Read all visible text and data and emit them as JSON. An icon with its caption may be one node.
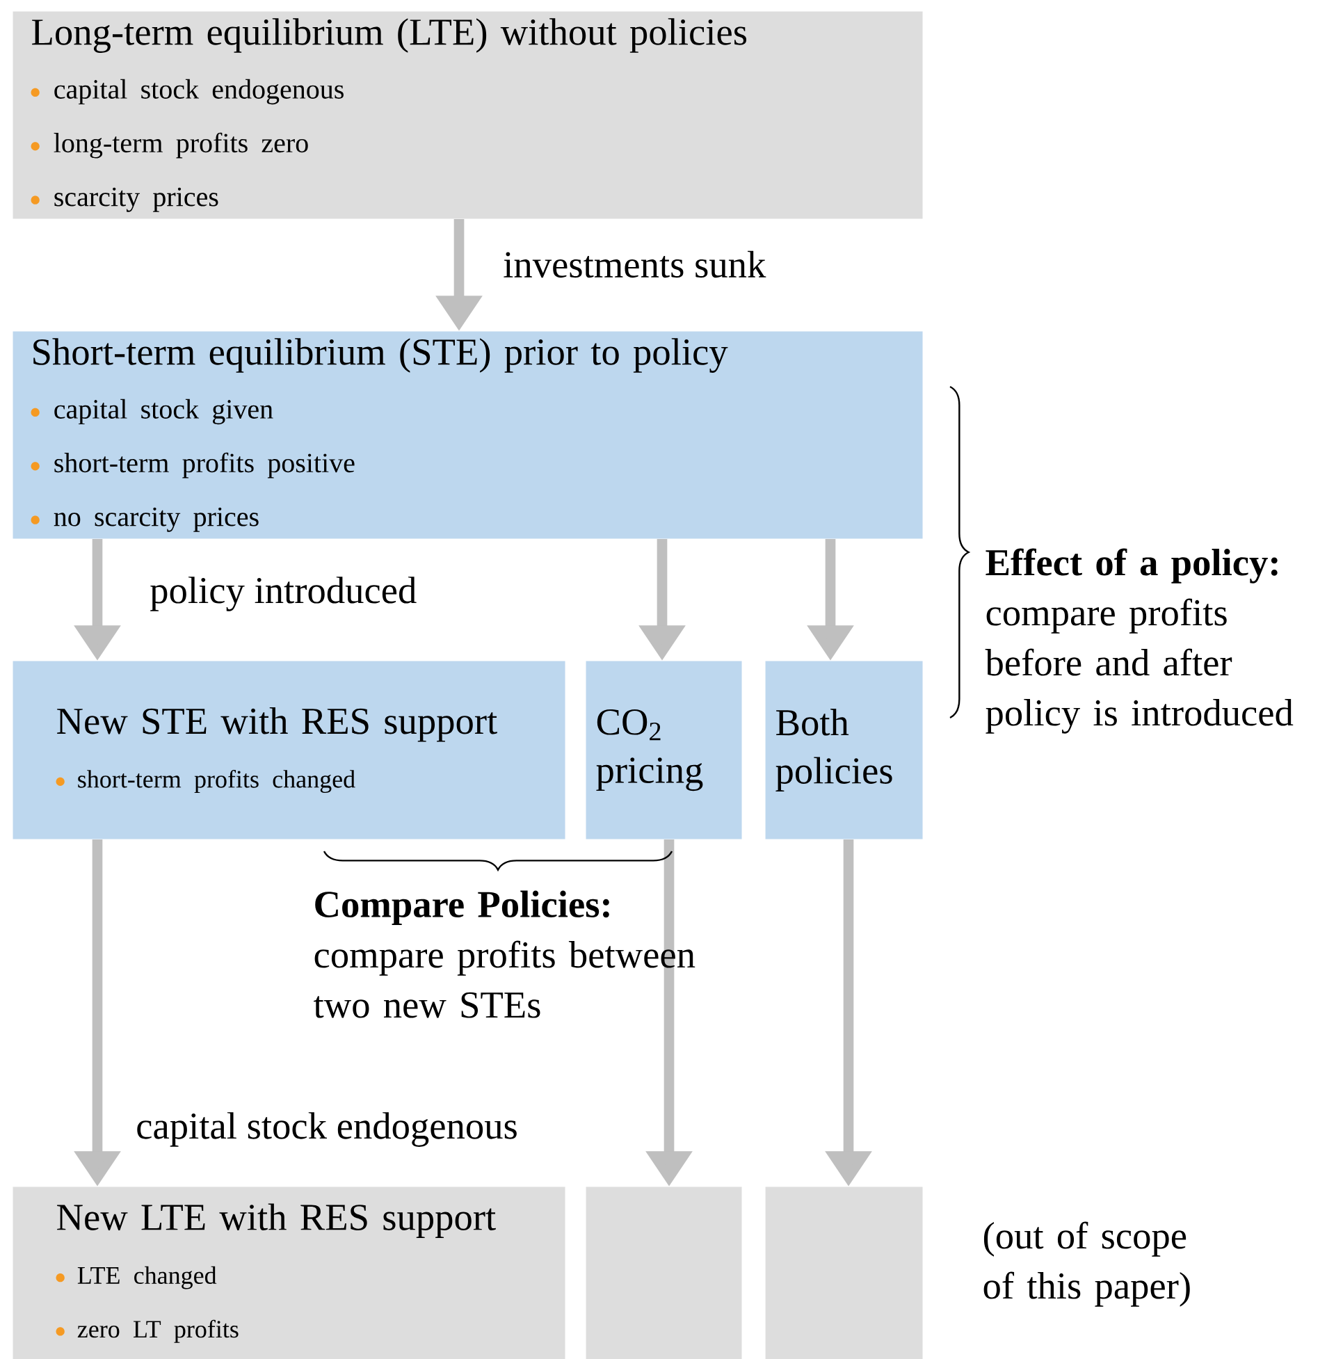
{
  "diagram": {
    "nodes": [
      {
        "text": [
          "Long-term equilibrium (LTE) without policies",
          "capital stock endogenous",
          "long-term profits zero",
          "scarcity prices"
        ]
      },
      {
        "text": [
          "Short-term equilibrium (STE) prior to policy",
          "capital stock given",
          "short-term profits positive",
          "no scarcity prices"
        ]
      },
      {
        "text": [
          "New STE with RES support",
          "short-term profits changed"
        ]
      },
      {
        "text": [
          "CO$_{2}$ pricing"
        ]
      },
      {
        "text": [
          "Both policies"
        ]
      },
      {
        "text": [
          "New LTE with RES support",
          "LTE changed",
          "zero LT profits"
        ]
      },
      {
        "text": [],
        "shape": "box"
      },
      {
        "text": [],
        "shape": "box"
      }
    ],
    "edges": [
      {
        "from": 0,
        "to": 1,
        "arrow": "to",
        "label": "investments sunk"
      },
      {
        "from": 1,
        "to": 2,
        "arrow": "to",
        "label": "policy introduced"
      },
      {
        "from": 1,
        "to": 3,
        "arrow": "to"
      },
      {
        "from": 1,
        "to": 4,
        "arrow": "to"
      },
      {
        "from": 2,
        "to": 5,
        "arrow": "to",
        "label": "capital stock endogenous"
      },
      {
        "from": 3,
        "to": 6,
        "arrow": "to"
      },
      {
        "from": 4,
        "to": 7,
        "arrow": "to"
      }
    ],
    "labels": [
      "Effect of a policy:",
      "compare profits before and after policy is introduced",
      "Compare Policies:",
      "compare profits between two new STEs",
      "(out of scope of this paper)"
    ]
  }
}
